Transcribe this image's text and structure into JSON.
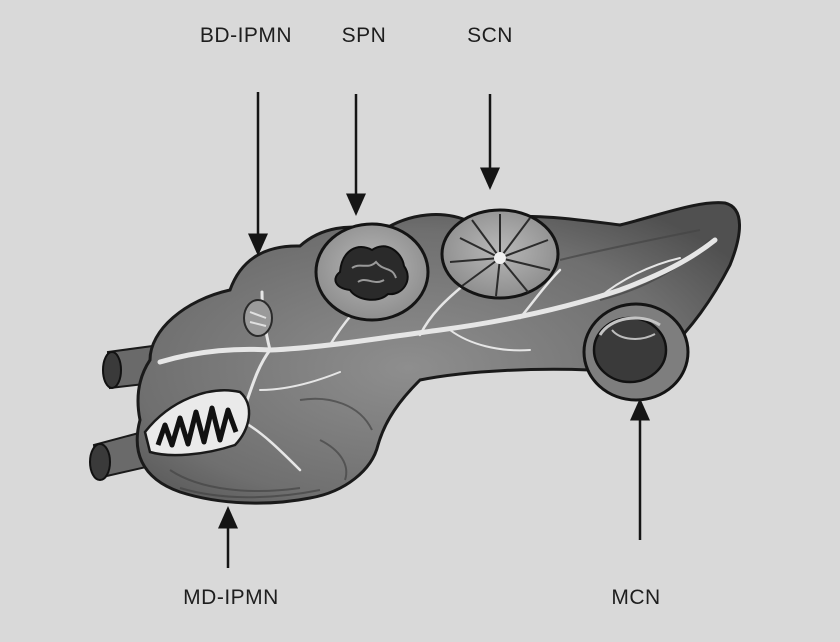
{
  "labels": {
    "bd_ipmn": "BD-IPMN",
    "spn": "SPN",
    "scn": "SCN",
    "md_ipmn": "MD-IPMN",
    "mcn": "MCN"
  },
  "colors": {
    "paper": "#d9d9d9",
    "organ_fill": "#7d7d7d",
    "organ_shadow": "#4a4a4a",
    "duct": "#e6e6e6",
    "outline": "#1a1a1a",
    "cyst_fill": "#a9a9a9",
    "arrow": "#151515"
  }
}
